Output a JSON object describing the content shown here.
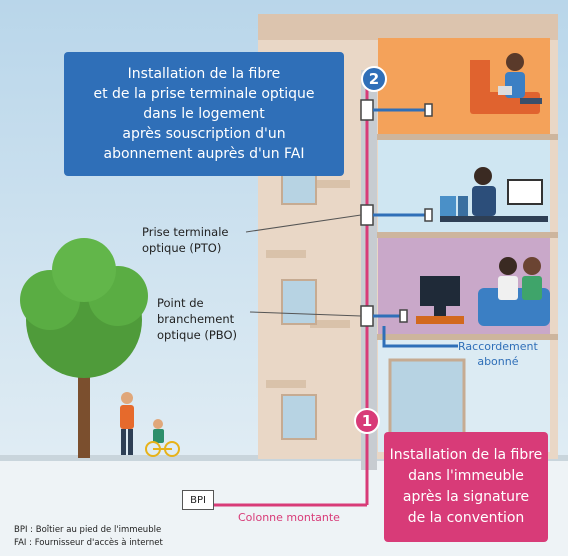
{
  "blue_box": {
    "lines": [
      "Installation de la fibre",
      "et de la prise terminale optique",
      "dans le logement",
      "après souscription d'un",
      "abonnement auprès d'un FAI"
    ]
  },
  "pink_box": {
    "lines": [
      "Installation de la fibre",
      "dans l'immeuble",
      "après la signature",
      "de la convention"
    ]
  },
  "badges": {
    "step2": "2",
    "step1": "1"
  },
  "labels": {
    "pto_line1": "Prise terminale",
    "pto_line2": "optique (PTO)",
    "pbo_line1": "Point de",
    "pbo_line2": "branchement",
    "pbo_line3": "optique (PBO)",
    "raccordement_line1": "Raccordement",
    "raccordement_line2": "abonné",
    "colonne": "Colonne montante",
    "bpi": "BPI"
  },
  "footnotes": {
    "bpi": "BPI : Boîtier au pied de l'immeuble",
    "fai": "FAI : Fournisseur d'accès à internet"
  },
  "colors": {
    "blue": "#2f6fb8",
    "pink": "#d83b78",
    "sky": "#cfe3ef",
    "building": "#e9d7c6",
    "floor_top": "#f4a25a",
    "floor_mid": "#cfe6f2",
    "floor_low": "#c9a8c9"
  }
}
